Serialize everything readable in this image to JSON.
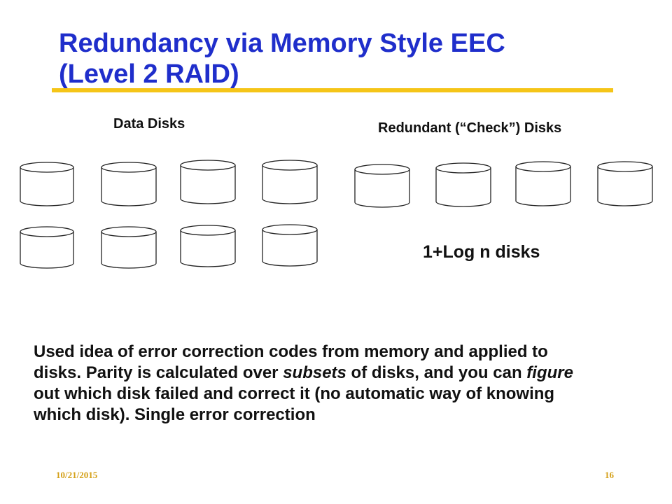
{
  "slide": {
    "title_line1": "Redundancy via Memory Style EEC",
    "title_line2": "(Level 2 RAID)",
    "data_disks_label": "Data Disks",
    "check_disks_label": "Redundant (“Check”) Disks",
    "log_label": "1+Log n disks",
    "body": {
      "p1": "Used idea of error correction codes from memory and applied to disks. Parity is calculated over ",
      "em1": "subsets",
      "p2": " of disks, and you can ",
      "em2": "figure",
      "p3": " out which disk failed and correct it (no automatic way of knowing which disk). Single error correction"
    },
    "footer_date": "10/21/2015",
    "footer_page": "16"
  },
  "disks": {
    "data_count": 8,
    "check_count": 4,
    "icon": "disk-cylinder-icon"
  },
  "colors": {
    "title": "#1f2ecb",
    "rule": "#f5c518",
    "footer": "#d4a017",
    "text": "#111111"
  }
}
